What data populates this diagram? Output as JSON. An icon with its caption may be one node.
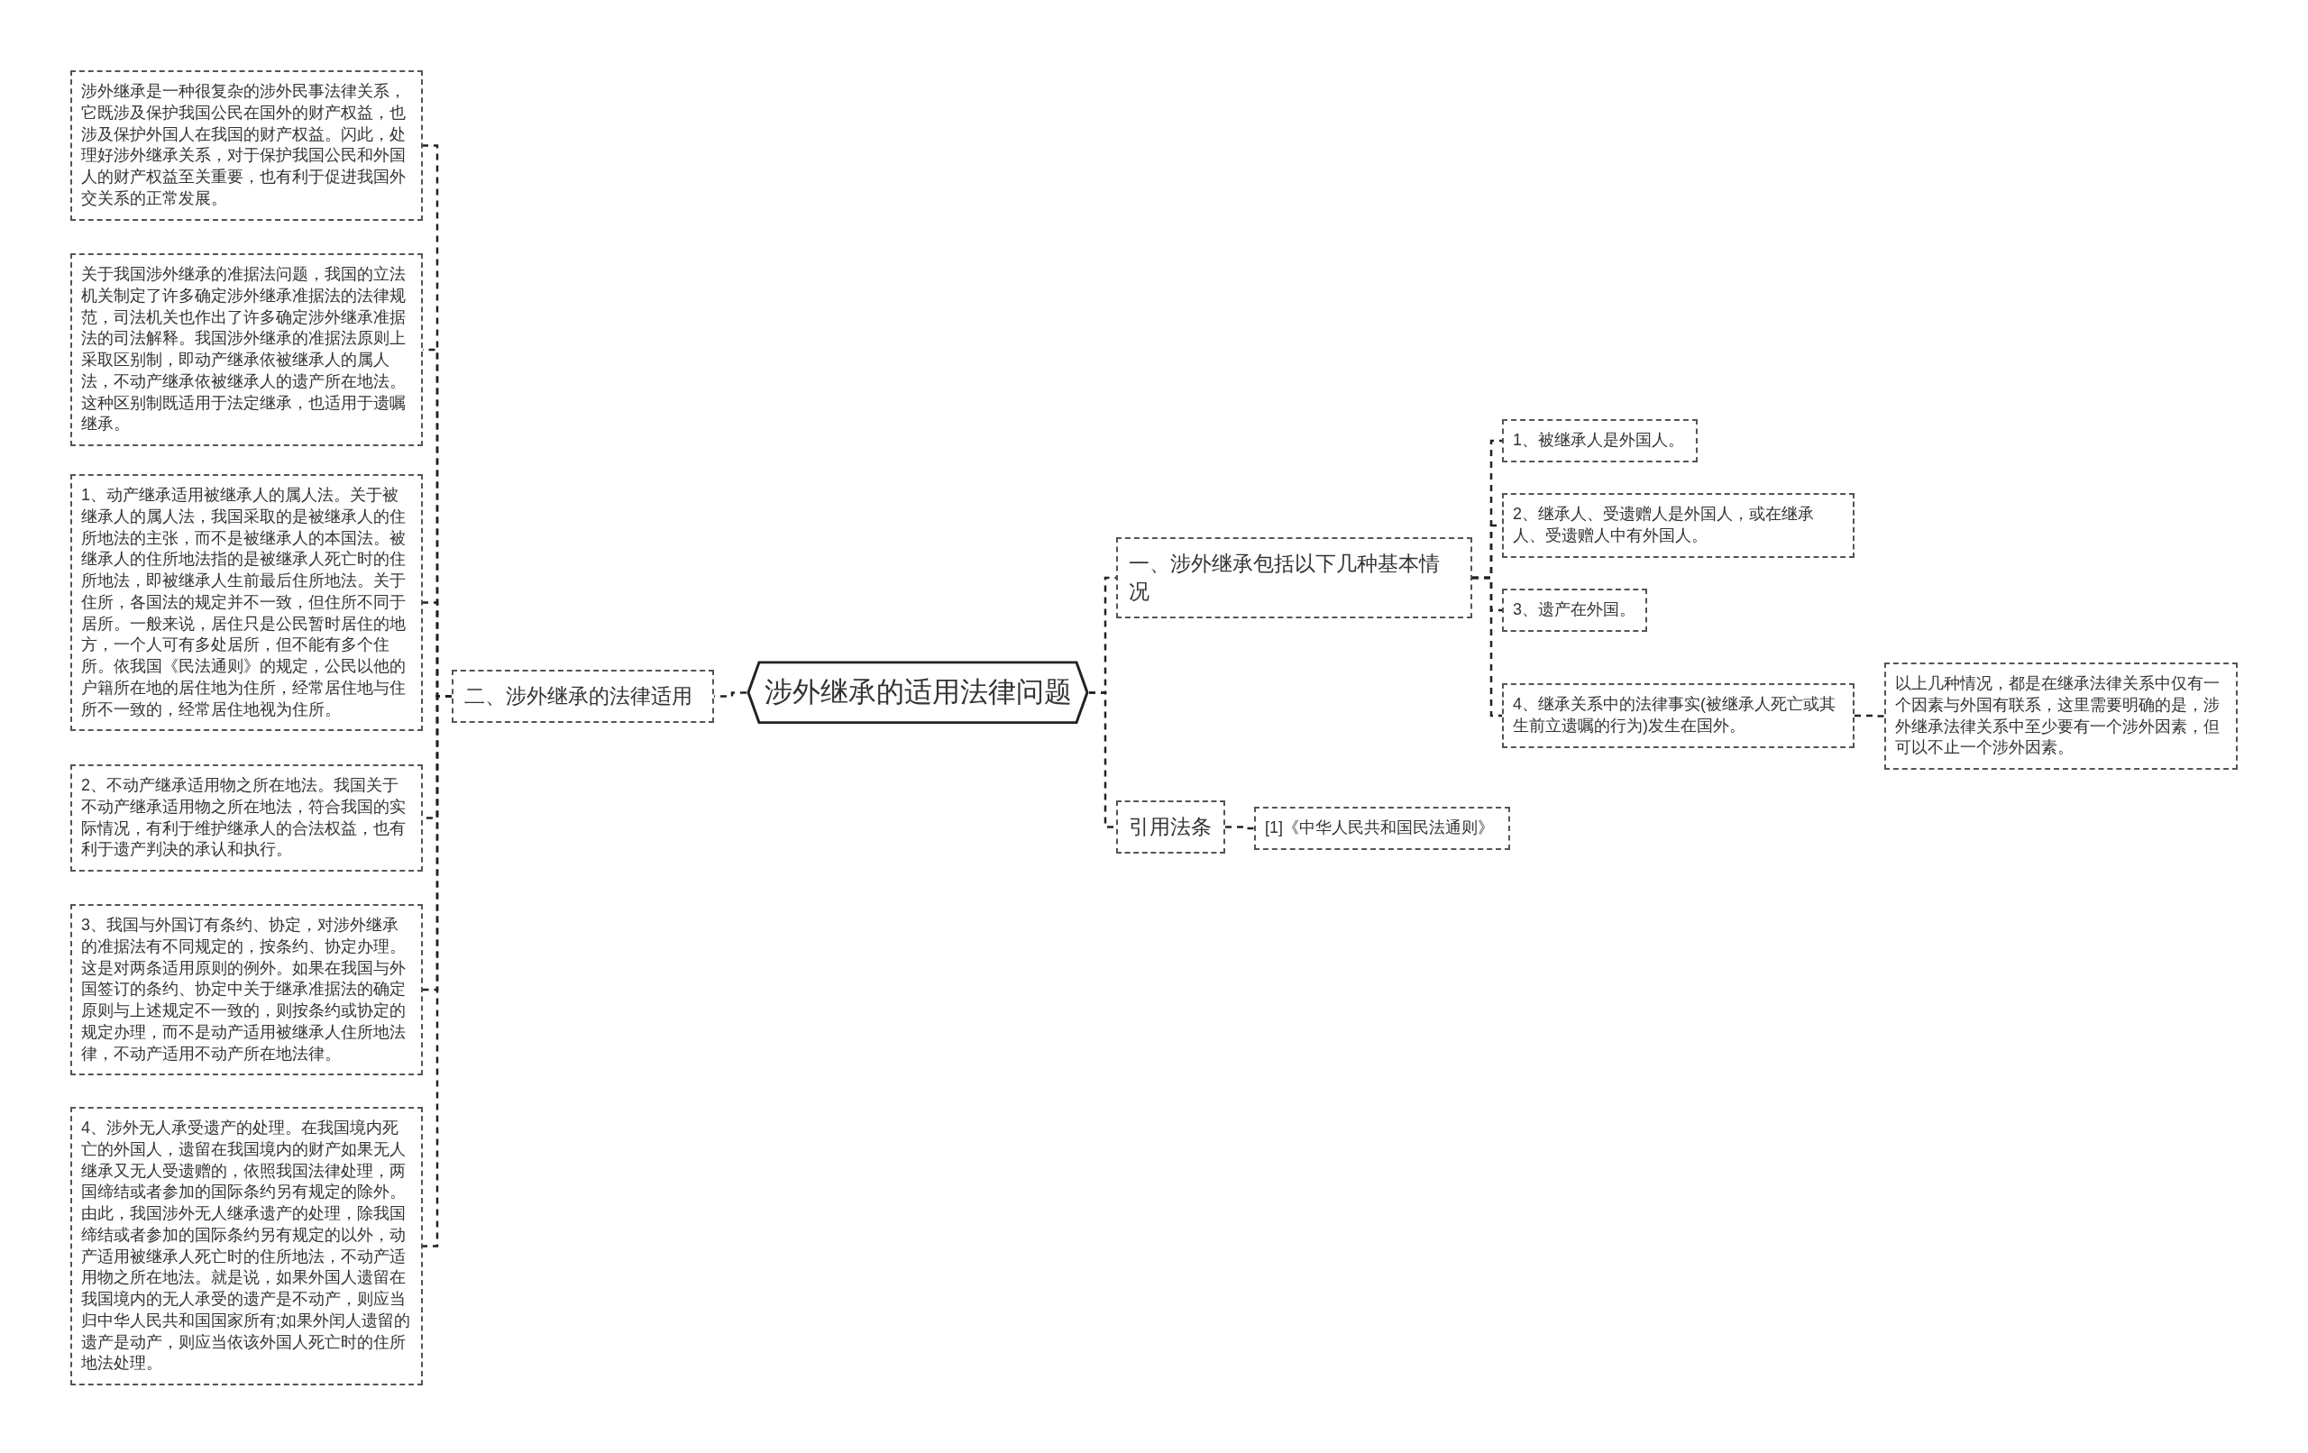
{
  "diagram": {
    "nodes": [
      {
        "text": [
          "涉外继承的适用法律问题"
        ]
      },
      {
        "text": [
          "一、涉外继承包括以下几种基本情况"
        ]
      },
      {
        "text": [
          "1、被继承人是外国人。"
        ]
      },
      {
        "text": [
          "2、继承人、受遗赠人是外国人，或在继承人、受遗赠人中有外国人。"
        ]
      },
      {
        "text": [
          "3、遗产在外国。"
        ]
      },
      {
        "text": [
          "4、继承关系中的法律事实(被继承人死亡或其生前立遗嘱的行为)发生在国外。"
        ]
      },
      {
        "text": [
          "以上几种情况，都是在继承法律关系中仅有一个因素与外国有联系，这里需要明确的是，涉外继承法律关系中至少要有一个涉外因素，但可以不止一个涉外因素。"
        ]
      },
      {
        "text": [
          "引用法条"
        ]
      },
      {
        "text": [
          "[1]《中华人民共和国民法通则》"
        ]
      },
      {
        "text": [
          "二、涉外继承的法律适用"
        ]
      },
      {
        "text": [
          "涉外继承是一种很复杂的涉外民事法律关系，它既涉及保护我国公民在国外的财产权益，也涉及保护外国人在我国的财产权益。闪此，处理好涉外继承关系，对于保护我国公民和外国人的财产权益至关重要，也有利于促进我国外交关系的正常发展。"
        ]
      },
      {
        "text": [
          "关于我国涉外继承的准据法问题，我国的立法机关制定了许多确定涉外继承准据法的法律规范，司法机关也作出了许多确定涉外继承准据法的司法解释。我国涉外继承的准据法原则上采取区别制，即动产继承依被继承人的属人法，不动产继承依被继承人的遗产所在地法。这种区别制既适用于法定继承，也适用于遗嘱继承。"
        ]
      },
      {
        "text": [
          "1、动产继承适用被继承人的属人法。关于被继承人的属人法，我国采取的是被继承人的住所地法的主张，而不是被继承人的本国法。被继承人的住所地法指的是被继承人死亡时的住所地法，即被继承人生前最后住所地法。关于住所，各国法的规定并不一致，但住所不同于居所。一般来说，居住只是公民暂时居住的地方，一个人可有多处居所，但不能有多个住所。依我国《民法通则》的规定，公民以他的户籍所在地的居住地为住所，经常居住地与住所不一致的，经常居住地视为住所。"
        ]
      },
      {
        "text": [
          "2、不动产继承适用物之所在地法。我国关于不动产继承适用物之所在地法，符合我国的实际情况，有利于维护继承人的合法权益，也有利于遗产判决的承认和执行。"
        ]
      },
      {
        "text": [
          "3、我国与外国订有条约、协定，对涉外继承的准据法有不同规定的，按条约、协定办理。这是对两条适用原则的例外。如果在我国与外国签订的条约、协定中关于继承准据法的确定原则与上述规定不一致的，则按条约或协定的规定办理，而不是动产适用被继承人住所地法律，不动产适用不动产所在地法律。"
        ]
      },
      {
        "text": [
          "4、涉外无人承受遗产的处理。在我国境内死亡的外国人，遗留在我国境内的财产如果无人继承又无人受遗赠的，依照我国法律处理，两国缔结或者参加的国际条约另有规定的除外。由此，我国涉外无人继承遗产的处理，除我国缔结或者参加的国际条约另有规定的以外，动产适用被继承人死亡时的住所地法，不动产适用物之所在地法。就是说，如果外国人遗留在我国境内的无人承受的遗产是不动产，则应当归中华人民共和国国家所有;如果外闰人遗留的遗产是动产，则应当依该外国人死亡时的住所地法处理。"
        ]
      }
    ],
    "edges": [
      {
        "from": 0,
        "to": 1,
        "arrow": "none"
      },
      {
        "from": 0,
        "to": 7,
        "arrow": "none"
      },
      {
        "from": 0,
        "to": 9,
        "arrow": "none"
      },
      {
        "from": 1,
        "to": 2,
        "arrow": "none"
      },
      {
        "from": 1,
        "to": 3,
        "arrow": "none"
      },
      {
        "from": 1,
        "to": 4,
        "arrow": "none"
      },
      {
        "from": 1,
        "to": 5,
        "arrow": "none"
      },
      {
        "from": 5,
        "to": 6,
        "arrow": "none"
      },
      {
        "from": 7,
        "to": 8,
        "arrow": "none"
      },
      {
        "from": 9,
        "to": 10,
        "arrow": "none"
      },
      {
        "from": 9,
        "to": 11,
        "arrow": "none"
      },
      {
        "from": 9,
        "to": 12,
        "arrow": "none"
      },
      {
        "from": 9,
        "to": 13,
        "arrow": "none"
      },
      {
        "from": 9,
        "to": 14,
        "arrow": "none"
      },
      {
        "from": 9,
        "to": 15,
        "arrow": "none"
      }
    ]
  }
}
